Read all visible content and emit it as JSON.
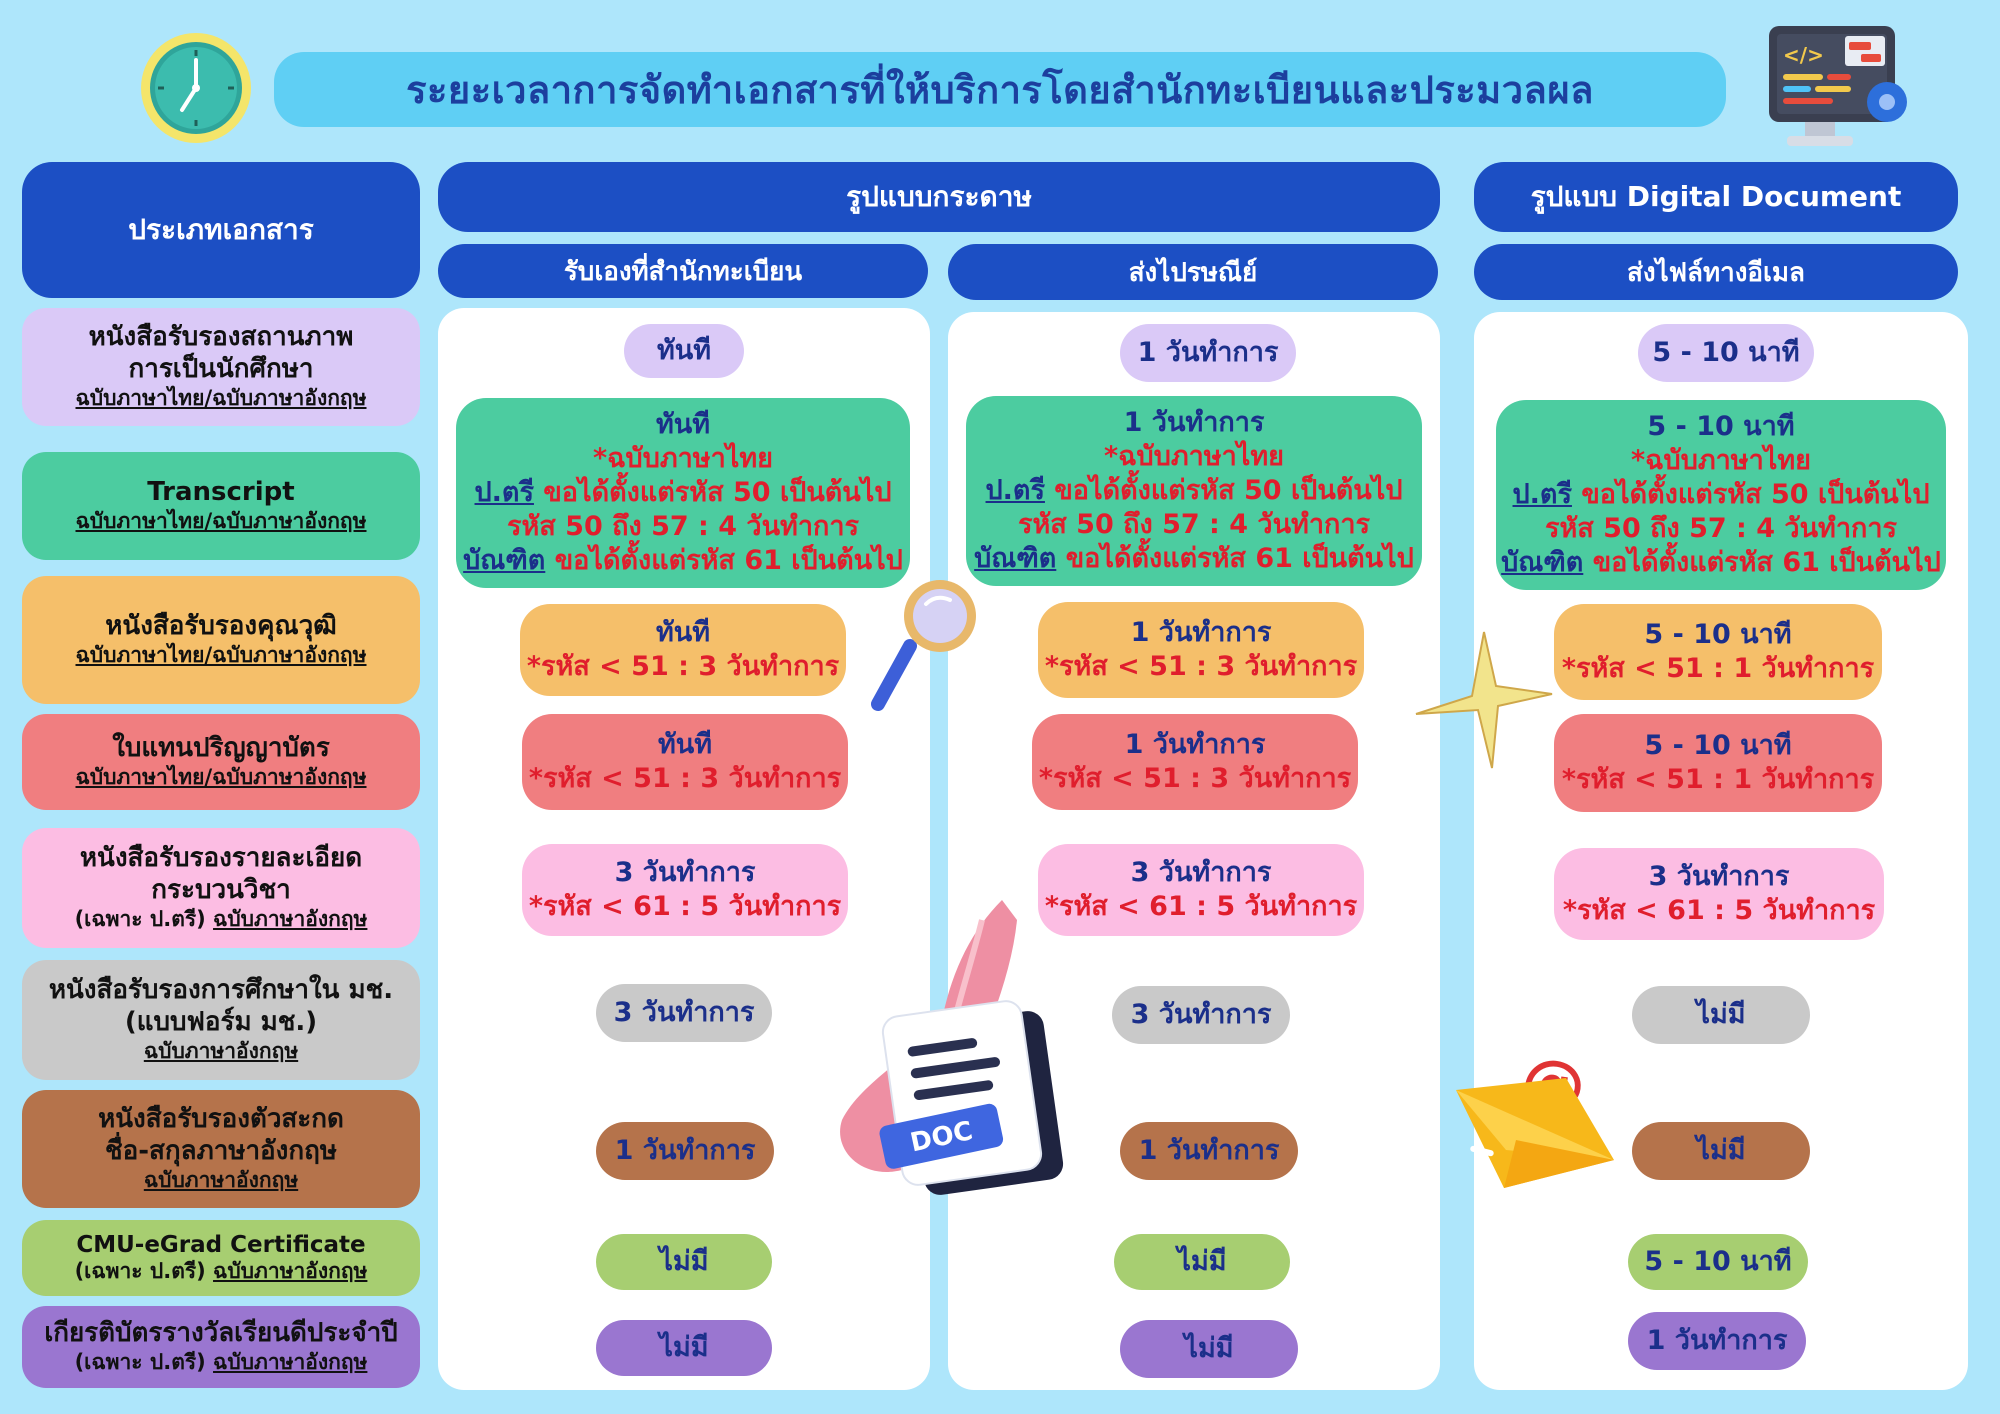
{
  "title": "ระยะเวลาการจัดทำเอกสารที่ให้บริการโดยสำนักทะเบียนและประมวลผล",
  "headers": {
    "doc_type": "ประเภทเอกสาร",
    "paper": "รูปแบบกระดาษ",
    "digital": "รูปแบบ Digital Document",
    "pickup": "รับเองที่สำนักทะเบียน",
    "mail": "ส่งไปรษณีย์",
    "email": "ส่งไฟล์ทางอีเมล"
  },
  "rows": [
    {
      "label_lines": [
        "หนังสือรับรองสถานภาพ",
        "การเป็นนักศึกษา"
      ],
      "sub": "ฉบับภาษาไทย/ฉบับภาษาอังกฤษ",
      "color": "#dac9f7",
      "pickup": [
        "ทันที"
      ],
      "mail": [
        "1 วันทำการ"
      ],
      "email": [
        "5 - 10 นาที"
      ]
    },
    {
      "label_lines": [
        "Transcript"
      ],
      "sub": "ฉบับภาษาไทย/ฉบับภาษาอังกฤษ",
      "color": "#4ccca0",
      "pickup_first": "ทันที",
      "mail_first": "1 วันทำการ",
      "email_first": "5 - 10 นาที",
      "note_line1": "*ฉบับภาษาไทย",
      "note_bachelor_prefix": "ป.ตรี",
      "note_bachelor_rest": " ขอได้ตั้งแต่รหัส 50 เป็นต้นไป",
      "note_range": "รหัส 50 ถึง 57 : 4 วันทำการ",
      "note_grad_prefix": "บัณฑิต",
      "note_grad_rest": " ขอได้ตั้งแต่รหัส 61 เป็นต้นไป"
    },
    {
      "label_lines": [
        "หนังสือรับรองคุณวุฒิ"
      ],
      "sub": "ฉบับภาษาไทย/ฉบับภาษาอังกฤษ",
      "color": "#f5bf6a",
      "pickup": [
        "ทันที",
        "*รหัส < 51 : 3 วันทำการ"
      ],
      "mail": [
        "1 วันทำการ",
        "*รหัส < 51 : 3 วันทำการ"
      ],
      "email": [
        "5 - 10 นาที",
        "*รหัส < 51 : 1 วันทำการ"
      ]
    },
    {
      "label_lines": [
        "ใบแทนปริญญาบัตร"
      ],
      "sub": "ฉบับภาษาไทย/ฉบับภาษาอังกฤษ",
      "color": "#f07e80",
      "pickup": [
        "ทันที",
        "*รหัส < 51 : 3 วันทำการ"
      ],
      "mail": [
        "1 วันทำการ",
        "*รหัส < 51 : 3 วันทำการ"
      ],
      "email": [
        "5 - 10 นาที",
        "*รหัส < 51 : 1 วันทำการ"
      ]
    },
    {
      "label_lines": [
        "หนังสือรับรองรายละเอียด",
        "กระบวนวิชา"
      ],
      "sub_prefix": "(เฉพาะ ป.ตรี) ",
      "sub": "ฉบับภาษาอังกฤษ",
      "color": "#fcbde3",
      "pickup": [
        "3 วันทำการ",
        "*รหัส < 61 : 5 วันทำการ"
      ],
      "mail": [
        "3 วันทำการ",
        "*รหัส < 61 : 5 วันทำการ"
      ],
      "email": [
        "3 วันทำการ",
        "*รหัส < 61 : 5 วันทำการ"
      ]
    },
    {
      "label_lines": [
        "หนังสือรับรองการศึกษาใน มช.",
        "(แบบฟอร์ม มช.)"
      ],
      "sub": "ฉบับภาษาอังกฤษ",
      "color": "#c9c9c9",
      "pickup": [
        "3 วันทำการ"
      ],
      "mail": [
        "3 วันทำการ"
      ],
      "email": [
        "ไม่มี"
      ]
    },
    {
      "label_lines": [
        "หนังสือรับรองตัวสะกด",
        "ชื่อ-สกุลภาษาอังกฤษ"
      ],
      "sub": "ฉบับภาษาอังกฤษ",
      "color": "#b5734b",
      "pickup": [
        "1 วันทำการ"
      ],
      "mail": [
        "1 วันทำการ"
      ],
      "email": [
        "ไม่มี"
      ]
    },
    {
      "label_lines": [
        "CMU-eGrad Certificate"
      ],
      "sub_prefix": "(เฉพาะ ป.ตรี) ",
      "sub": "ฉบับภาษาอังกฤษ",
      "color": "#a7ce71",
      "pickup": [
        "ไม่มี"
      ],
      "mail": [
        "ไม่มี"
      ],
      "email": [
        "5 - 10 นาที"
      ]
    },
    {
      "label_lines": [
        "เกียรติบัตรรางวัลเรียนดีประจำปี"
      ],
      "sub_prefix": "(เฉพาะ ป.ตรี) ",
      "sub": "ฉบับภาษาอังกฤษ",
      "color": "#9a76d0",
      "pickup": [
        "ไม่มี"
      ],
      "mail": [
        "ไม่มี"
      ],
      "email": [
        "1 วันทำการ"
      ]
    }
  ],
  "decor": {
    "clock": "clock-icon",
    "computer": "computer-code-icon",
    "magnifier": "magnifier-icon",
    "star": "sparkle-star-icon",
    "doc": "doc-file-icon",
    "doc_label": "DOC",
    "email": "email-envelope-icon"
  }
}
